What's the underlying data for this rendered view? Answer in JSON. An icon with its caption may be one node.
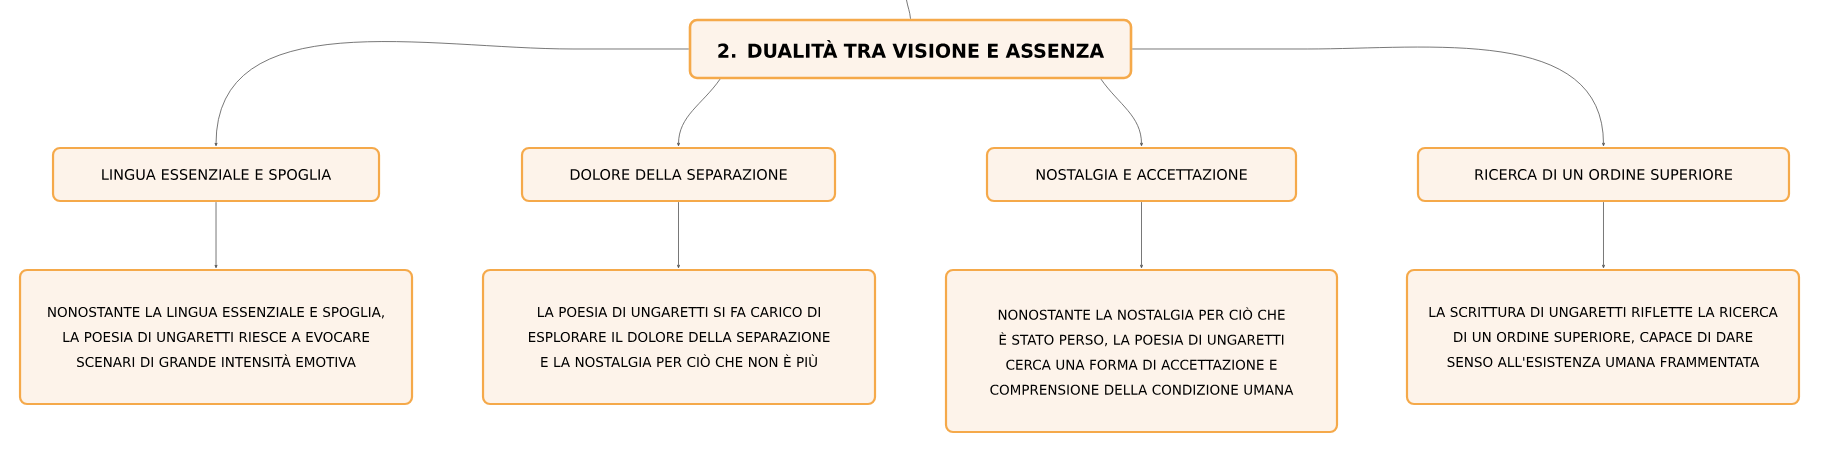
{
  "diagram": {
    "nodes": [
      {
        "text": [
          "2. DUALITÀ TRA VISIONE E ASSENZA"
        ]
      },
      {
        "text": [
          "LINGUA ESSENZIALE E SPOGLIA"
        ]
      },
      {
        "text": [
          "DOLORE DELLA SEPARAZIONE"
        ]
      },
      {
        "text": [
          "NOSTALGIA E ACCETTAZIONE"
        ]
      },
      {
        "text": [
          "RICERCA DI UN ORDINE SUPERIORE"
        ]
      },
      {
        "text": [
          "NONOSTANTE LA LINGUA ESSENZIALE E SPOGLIA, LA POESIA DI UNGARETTI RIESCE A EVOCARE SCENARI DI GRANDE INTENSITÀ EMOTIVA"
        ]
      },
      {
        "text": [
          "LA POESIA DI UNGARETTI SI FA CARICO DI ESPLORARE IL DOLORE DELLA SEPARAZIONE E LA NOSTALGIA PER CIÒ CHE NON È PIÙ"
        ]
      },
      {
        "text": [
          "NONOSTANTE LA NOSTALGIA PER CIÒ CHE È STATO PERSO, LA POESIA DI UNGARETTI CERCA UNA FORMA DI ACCETTAZIONE E COMPRENSIONE DELLA CONDIZIONE UMANA"
        ]
      },
      {
        "text": [
          "LA SCRITTURA DI UNGARETTI RIFLETTE LA RICERCA DI UN ORDINE SUPERIORE, CAPACE DI DARE SENSO ALL'ESISTENZA UMANA FRAMMENTATA"
        ]
      }
    ],
    "edges": [
      {
        "from": null,
        "to": 0,
        "arrow": "none"
      },
      {
        "from": 0,
        "to": 1,
        "arrow": "to"
      },
      {
        "from": 0,
        "to": 2,
        "arrow": "to"
      },
      {
        "from": 0,
        "to": 3,
        "arrow": "to"
      },
      {
        "from": 0,
        "to": 4,
        "arrow": "to"
      },
      {
        "from": 1,
        "to": 5,
        "arrow": "to"
      },
      {
        "from": 2,
        "to": 6,
        "arrow": "to"
      },
      {
        "from": 3,
        "to": 7,
        "arrow": "to"
      },
      {
        "from": 4,
        "to": 8,
        "arrow": "to"
      }
    ]
  }
}
